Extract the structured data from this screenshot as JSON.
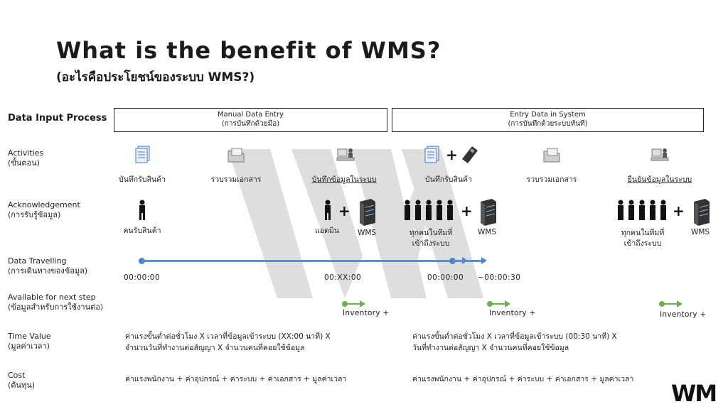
{
  "title": "What is the benefit of WMS?",
  "subtitle": "(อะไรคือประโยชน์ของระบบ WMS?)",
  "process_label": "Data Input Process",
  "sections": {
    "manual": {
      "line1": "Manual Data Entry",
      "line2": "(การบันทึกด้วยมือ)"
    },
    "system": {
      "line1": "Entry Data in System",
      "line2": "(การบันทึกด้วยระบบทันที)"
    }
  },
  "rows": {
    "activities": {
      "en": "Activities",
      "th": "(ขั้นตอน)"
    },
    "acknowledgement": {
      "en": "Acknowledgement",
      "th": "(การรับรู้ข้อมูล)"
    },
    "travelling": {
      "en": "Data Travelling",
      "th": "(การเดินทางของข้อมูล)"
    },
    "available": {
      "en": "Available for next step",
      "th": "(ข้อมูลสำหรับการใช้งานต่อ)"
    },
    "time_value": {
      "en": "Time Value",
      "th": "(มูลค่าเวลา)"
    },
    "cost": {
      "en": "Cost",
      "th": "(ต้นทุน)"
    }
  },
  "activities": {
    "manual": [
      "บันทึกรับสินค้า",
      "รวบรวมเอกสาร",
      "บันทึกข้อมูลในระบบ"
    ],
    "system": [
      "บันทึกรับสินค้า",
      "รวบรวมเอกสาร",
      "ยืนยันข้อมูลในระบบ"
    ]
  },
  "ack": {
    "receiver": "คนรับสินค้า",
    "admin": "แอดมิน",
    "wms": "WMS",
    "everyone_line1": "ทุกคนในทีมที่",
    "everyone_line2": "เข้าถึงระบบ"
  },
  "travel": {
    "manual_start": "00:00:00",
    "manual_end": "00:XX:00",
    "system_start": "00:00:00",
    "system_end": "~00:00:30"
  },
  "inventory_label": "Inventory +",
  "time_value": {
    "manual_line1": "ค่าแรงขั้นต่ำต่อชั่วโมง X เวลาที่ข้อมูลเข้าระบบ (XX:00 นาที) X",
    "manual_line2": "จำนวนวันที่ทำงานต่อสัญญา X จำนวนคนที่คอยใช้ข้อมูล",
    "system_line1": "ค่าแรงขั้นต่ำต่อชั่วโมง X เวลาที่ข้อมูลเข้าระบบ (00:30 นาที) X",
    "system_line2": "วันที่ทำงานต่อสัญญา X จำนวนคนที่คอยใช้ข้อมูล"
  },
  "cost": {
    "manual": "ค่าแรงพนักงาน + ค่าอุปกรณ์ + ค่าระบบ + ค่าเอกสาร + มูลค่าเวลา",
    "system": "ค่าแรงพนักงาน + ค่าอุปกรณ์ + ค่าระบบ + ค่าเอกสาร + มูลค่าเวลา"
  },
  "plus_sign": "+",
  "logo_text": "WM",
  "colors": {
    "timeline": "#5b8fc7",
    "inventory_arrow": "#6ab04c",
    "watermark": "#8a8a8a"
  }
}
